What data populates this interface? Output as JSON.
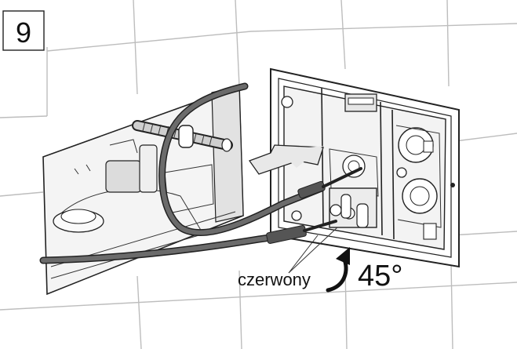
{
  "step_number": "9",
  "label_wire": "czerwony",
  "label_angle": "45°"
}
